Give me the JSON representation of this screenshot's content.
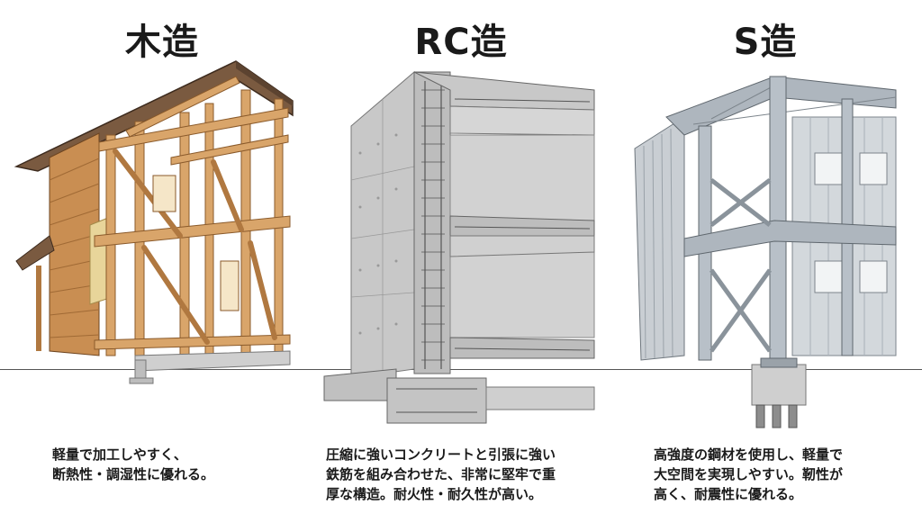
{
  "panels": [
    {
      "id": "wood",
      "title": "木造",
      "caption": "軽量で加工しやすく、\n断熱性・調湿性に優れる。"
    },
    {
      "id": "rc",
      "title": "RC造",
      "caption": "圧縮に強いコンクリートと引張に強い\n鉄筋を組み合わせた、非常に堅牢で重\n厚な構造。耐火性・耐久性が高い。"
    },
    {
      "id": "steel",
      "title": "S造",
      "caption": "高強度の鋼材を使用し、軽量で\n大空間を実現しやすい。靭性が\n高く、耐震性に優れる。"
    }
  ],
  "colors": {
    "wood_light": "#d9a56a",
    "wood_dark": "#8a5a2b",
    "roof": "#7a5a40",
    "concrete": "#c8c8c8",
    "concrete_dark": "#9a9a9a",
    "rebar": "#6b6b6b",
    "steel": "#b8c0c8",
    "steel_dark": "#7d858c"
  }
}
